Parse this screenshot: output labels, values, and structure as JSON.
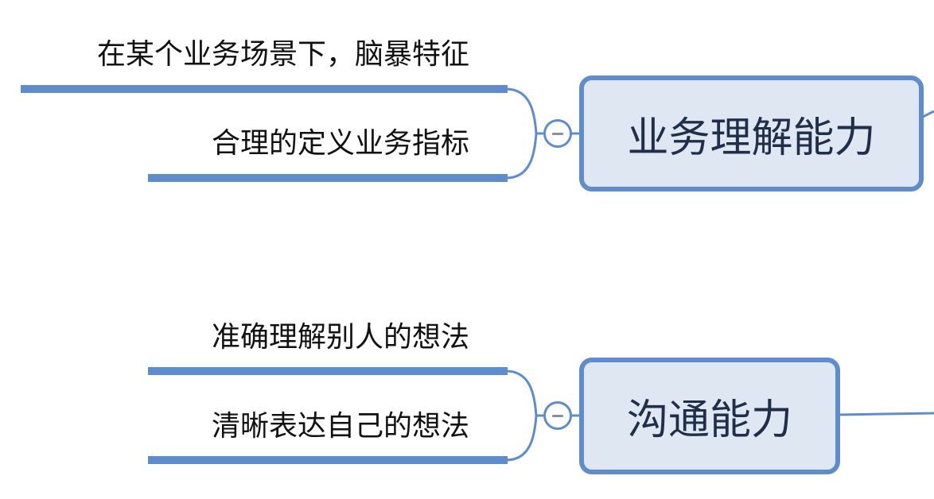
{
  "colors": {
    "node_fill": "#dfe7f3",
    "node_border": "#5f8ccc",
    "node_text": "#1f2f4a",
    "branch_line": "#5f8ccc",
    "leaf_text": "#111111"
  },
  "topics": [
    {
      "label": "业务理解能力",
      "collapse_icon": "minus-icon",
      "children": [
        {
          "label": "在某个业务场景下，脑暴特征"
        },
        {
          "label": "合理的定义业务指标"
        }
      ]
    },
    {
      "label": "沟通能力",
      "collapse_icon": "minus-icon",
      "children": [
        {
          "label": "准确理解别人的想法"
        },
        {
          "label": "清晰表达自己的想法"
        }
      ]
    }
  ]
}
